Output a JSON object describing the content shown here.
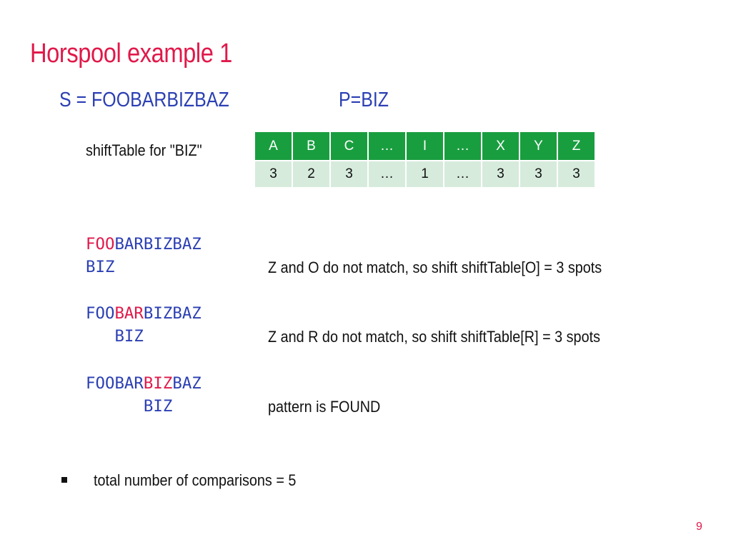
{
  "title": "Horspool example 1",
  "string_line": "S = FOOBARBIZBAZ",
  "pattern_line": "P=BIZ",
  "table_label": "shiftTable for \"BIZ\"",
  "shift_table": {
    "headers": [
      "A",
      "B",
      "C",
      "…",
      "I",
      "…",
      "X",
      "Y",
      "Z"
    ],
    "values": [
      "3",
      "2",
      "3",
      "…",
      "1",
      "…",
      "3",
      "3",
      "3"
    ]
  },
  "steps": [
    {
      "text": [
        {
          "t": "FOO",
          "highlight": true
        },
        {
          "t": "BARBIZBAZ",
          "highlight": false
        }
      ],
      "pattern": "BIZ",
      "note": "Z and O do not match, so shift shiftTable[O] = 3 spots"
    },
    {
      "text": [
        {
          "t": "FOO",
          "highlight": false
        },
        {
          "t": "BAR",
          "highlight": true
        },
        {
          "t": "BIZBAZ",
          "highlight": false
        }
      ],
      "pattern": "BIZ",
      "note": "Z and R do not match, so shift shiftTable[R] = 3 spots"
    },
    {
      "text": [
        {
          "t": "FOOBAR",
          "highlight": false
        },
        {
          "t": "BIZ",
          "highlight": true
        },
        {
          "t": "BAZ",
          "highlight": false
        }
      ],
      "pattern": "BIZ",
      "note": "pattern is FOUND"
    }
  ],
  "bullet_text": "total number of comparisons = 5",
  "page_number": "9",
  "colors": {
    "accent": "#e0194a",
    "text_blue": "#2b3fb3",
    "table_header": "#199e3f",
    "table_cell": "#d6ebdc"
  }
}
